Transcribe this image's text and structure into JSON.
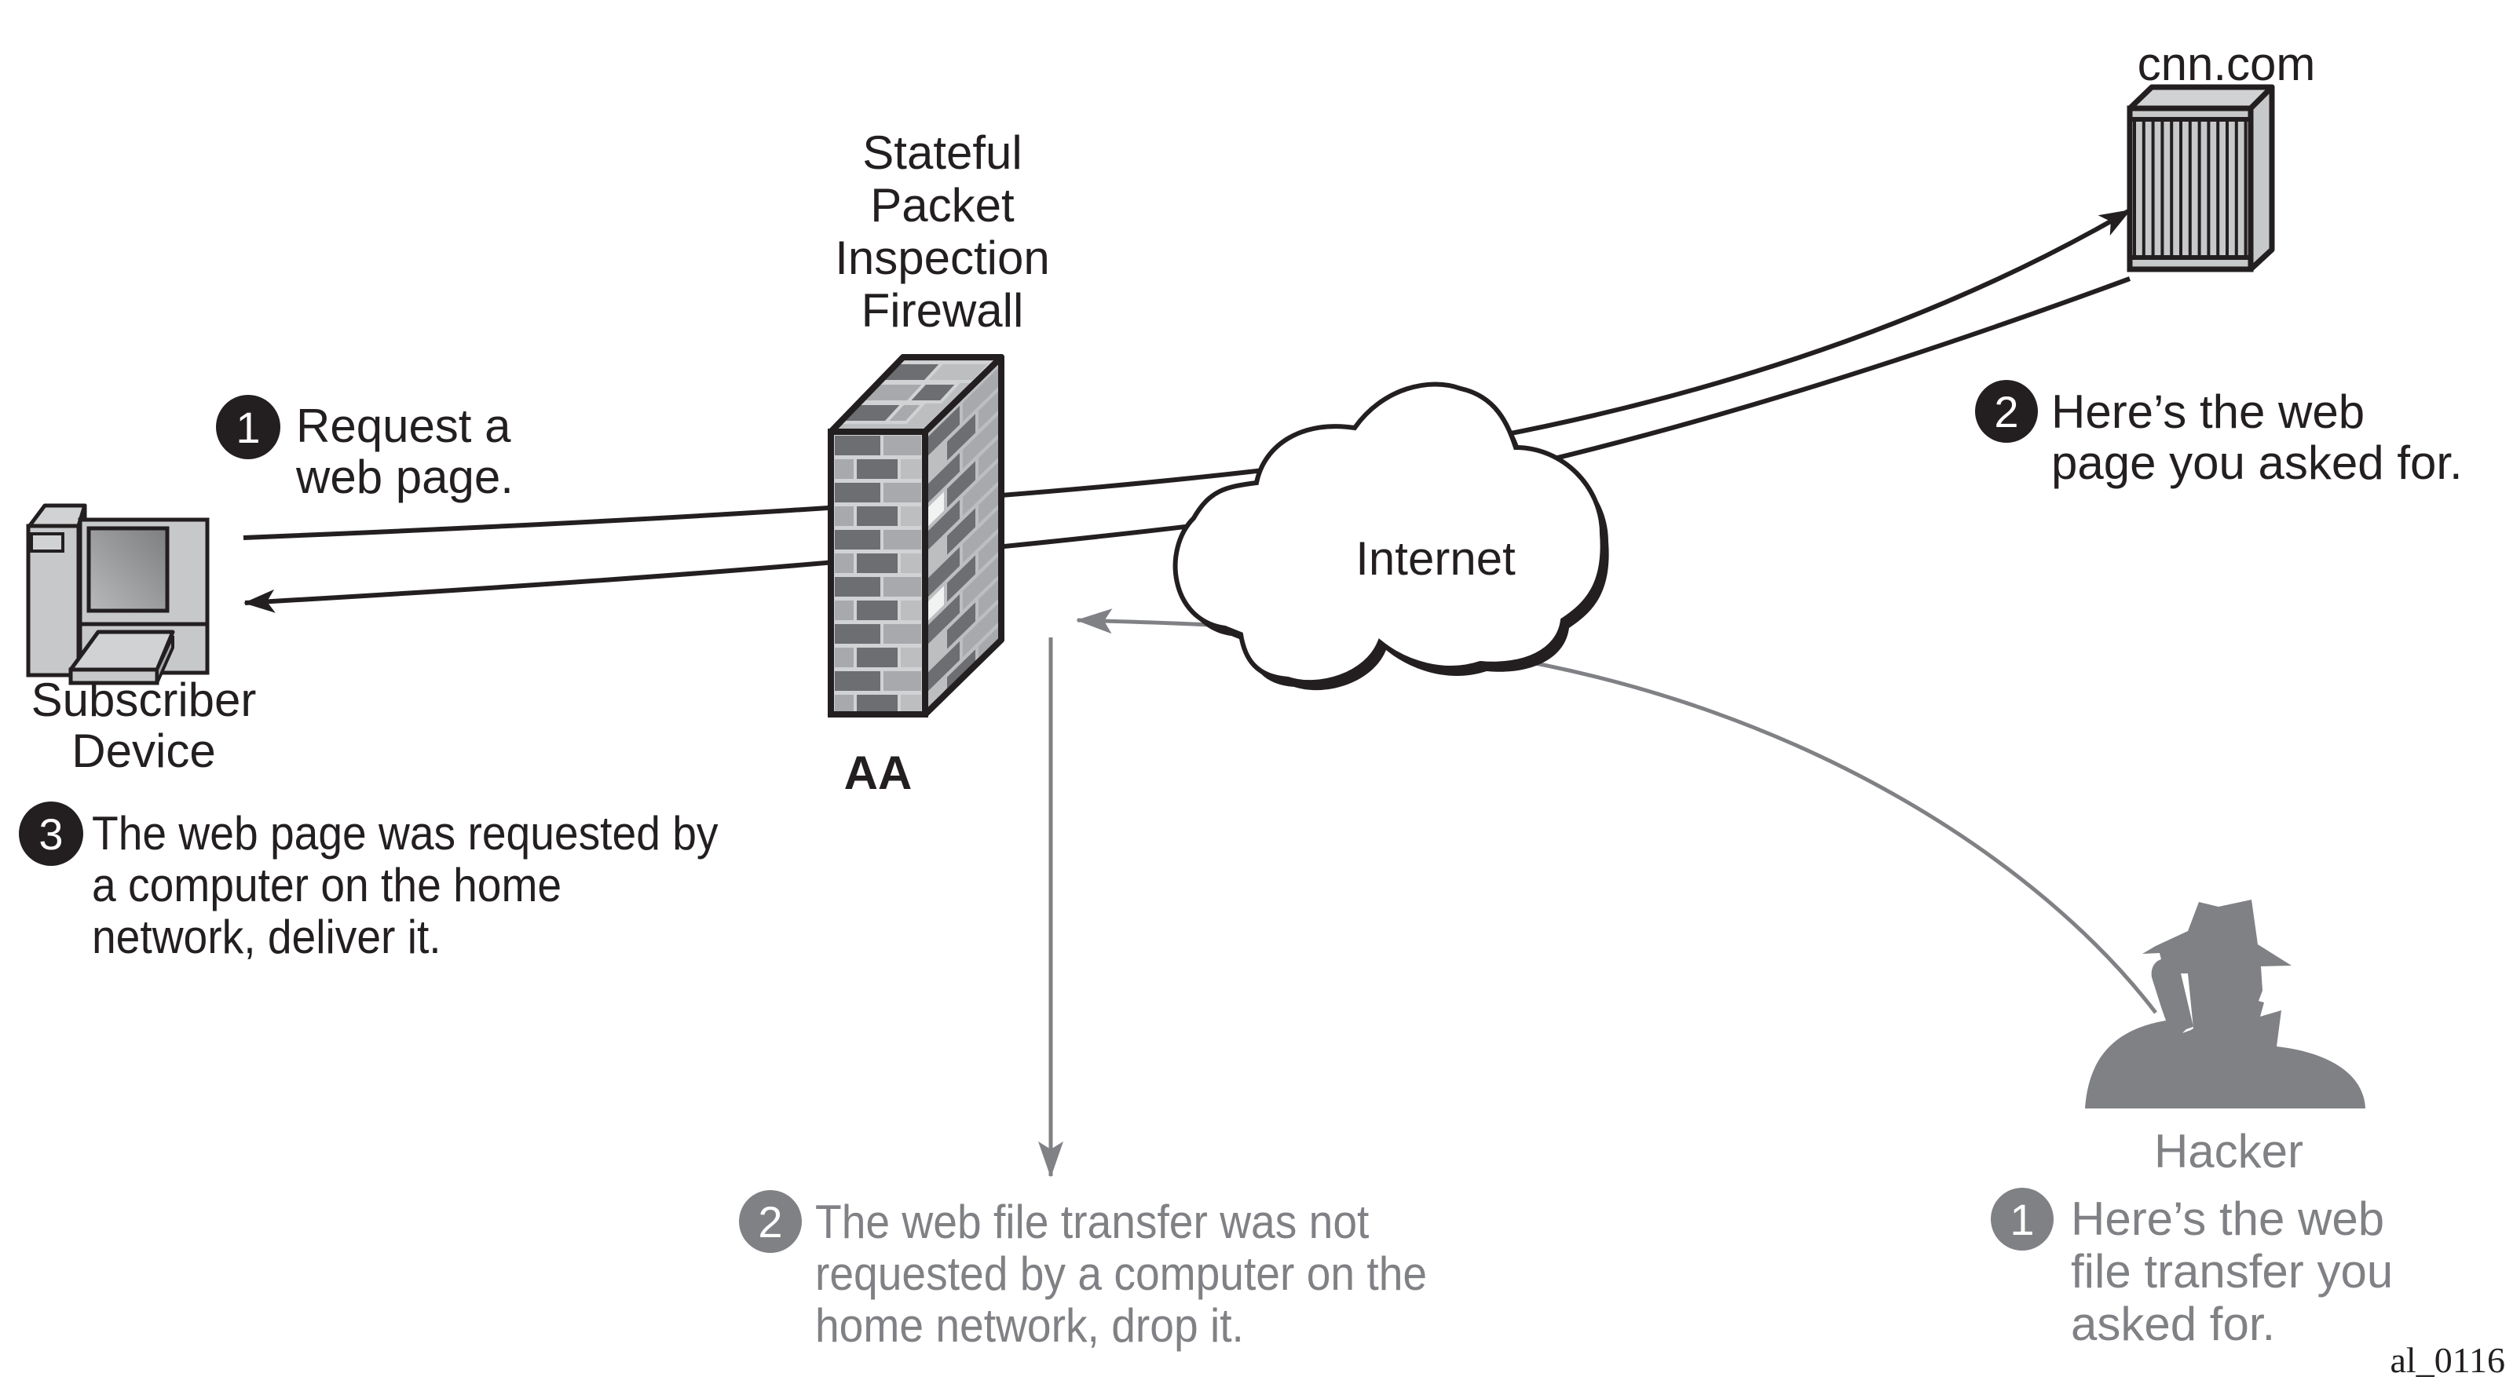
{
  "nodes": {
    "subscriber": {
      "label_line1": "Subscriber",
      "label_line2": "Device",
      "icon": "desktop-computer-icon"
    },
    "firewall": {
      "title_lines": [
        "Stateful",
        "Packet",
        "Inspection",
        "Firewall"
      ],
      "tag": "AA",
      "icon": "brick-firewall-icon"
    },
    "internet": {
      "label": "Internet",
      "icon": "cloud-icon"
    },
    "server": {
      "label": "cnn.com",
      "icon": "server-rack-icon"
    },
    "hacker": {
      "label": "Hacker",
      "icon": "hacker-silhouette-icon"
    }
  },
  "steps": {
    "legit_1": {
      "number": "1",
      "lines": [
        "Request a",
        "web page."
      ]
    },
    "legit_2": {
      "number": "2",
      "lines": [
        "Here’s the web",
        "page you asked for."
      ]
    },
    "legit_3": {
      "number": "3",
      "lines": [
        "The web page was requested by",
        "a computer on the home",
        "network, deliver it."
      ]
    },
    "attack_1": {
      "number": "1",
      "lines": [
        "Here’s the web",
        "file transfer you",
        "asked for."
      ]
    },
    "attack_2": {
      "number": "2",
      "lines": [
        "The web file transfer was not",
        "requested by a computer on the",
        "home network, drop it."
      ]
    }
  },
  "figure_id": "al_0116",
  "colors": {
    "legit": "#231f20",
    "attack": "#808184"
  }
}
